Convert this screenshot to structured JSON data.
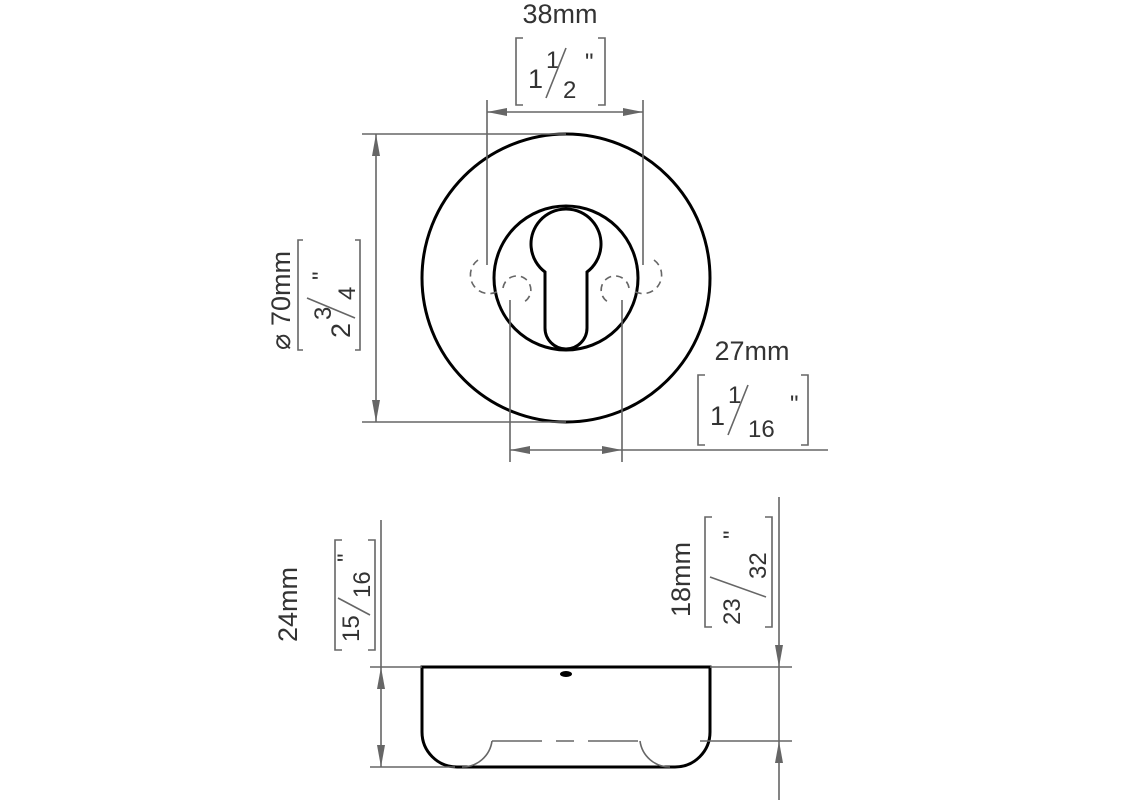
{
  "dimensions": {
    "width_hole_spacing": {
      "metric": "38mm",
      "whole": "1",
      "num": "1",
      "den": "2",
      "unit": "\""
    },
    "diameter": {
      "symbol": "⌀",
      "metric": "70mm",
      "whole": "2",
      "num": "3",
      "den": "4",
      "unit": "\""
    },
    "screw_spacing": {
      "metric": "27mm",
      "whole": "1",
      "num": "1",
      "den": "16",
      "unit": "\""
    },
    "total_height": {
      "metric": "24mm",
      "num": "15",
      "den": "16",
      "unit": "\""
    },
    "inner_height": {
      "metric": "18mm",
      "num": "23",
      "den": "32",
      "unit": "\""
    }
  }
}
